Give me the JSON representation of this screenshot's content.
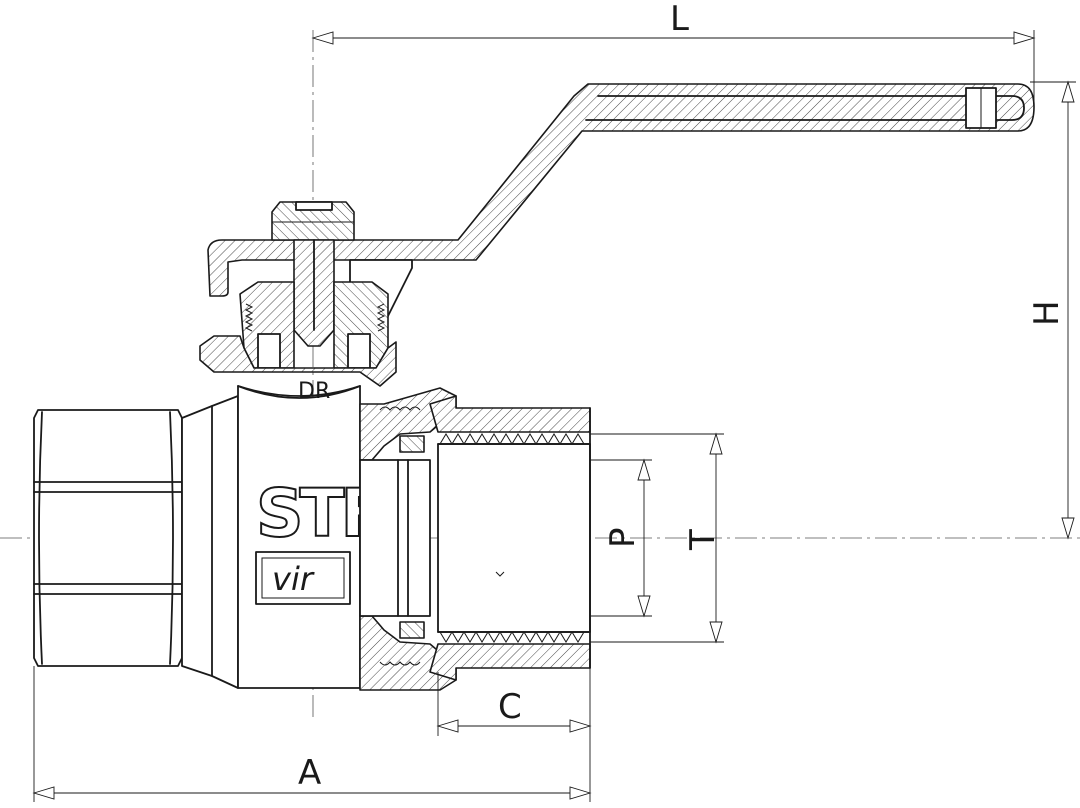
{
  "dimensions": {
    "L": "L",
    "H": "H",
    "P": "P",
    "T": "T",
    "C": "C",
    "A": "A"
  },
  "markings": {
    "stem_mark": "DR",
    "logo_stf": "STF",
    "logo_vir": "vir"
  }
}
